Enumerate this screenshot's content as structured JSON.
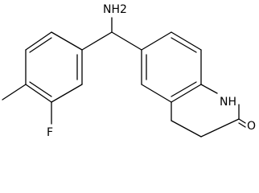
{
  "molecule": {
    "atoms": {
      "amine": "NH2",
      "fluorine": "F",
      "lactam_nh": "NH",
      "carbonyl_oxygen": "O"
    }
  },
  "colors": {
    "bond": "#000000",
    "label": "#000000",
    "background": "#ffffff"
  }
}
